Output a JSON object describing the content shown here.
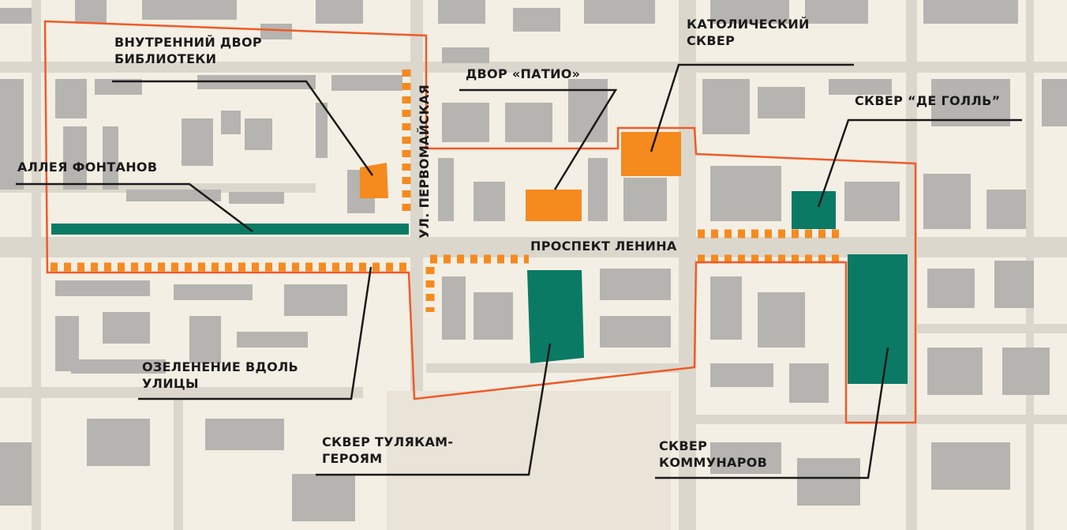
{
  "colors": {
    "background": "#f4efe4",
    "road": "#dbd7cd",
    "building": "#b5b4b0",
    "zone_orange": "#f58a1f",
    "zone_green": "#0a7a64",
    "boundary": "#f05a28"
  },
  "labels": {
    "library_yard": [
      "ВНУТРЕННИЙ ДВОР",
      "БИБЛИОТЕКИ"
    ],
    "fountain_alley": "АЛЛЕЯ ФОНТАНОВ",
    "pervomayskaya": "УЛ. ПЕРВОМАЙСКАЯ",
    "patio": "ДВОР «ПАТИО»",
    "catholic_square": [
      "КАТОЛИЧЕСКИЙ",
      "СКВЕР"
    ],
    "de_gaulle": "СКВЕР “ДЕ ГОЛЛЬ”",
    "lenin_avenue": "ПРОСПЕКТ ЛЕНИНА",
    "street_greening": [
      "ОЗЕЛЕНЕНИЕ ВДОЛЬ",
      "УЛИЦЫ"
    ],
    "tula_heroes": [
      "СКВЕР ТУЛЯКАМ-",
      "ГЕРОЯМ"
    ],
    "communards": [
      "СКВЕР",
      "КОММУНАРОВ"
    ]
  }
}
